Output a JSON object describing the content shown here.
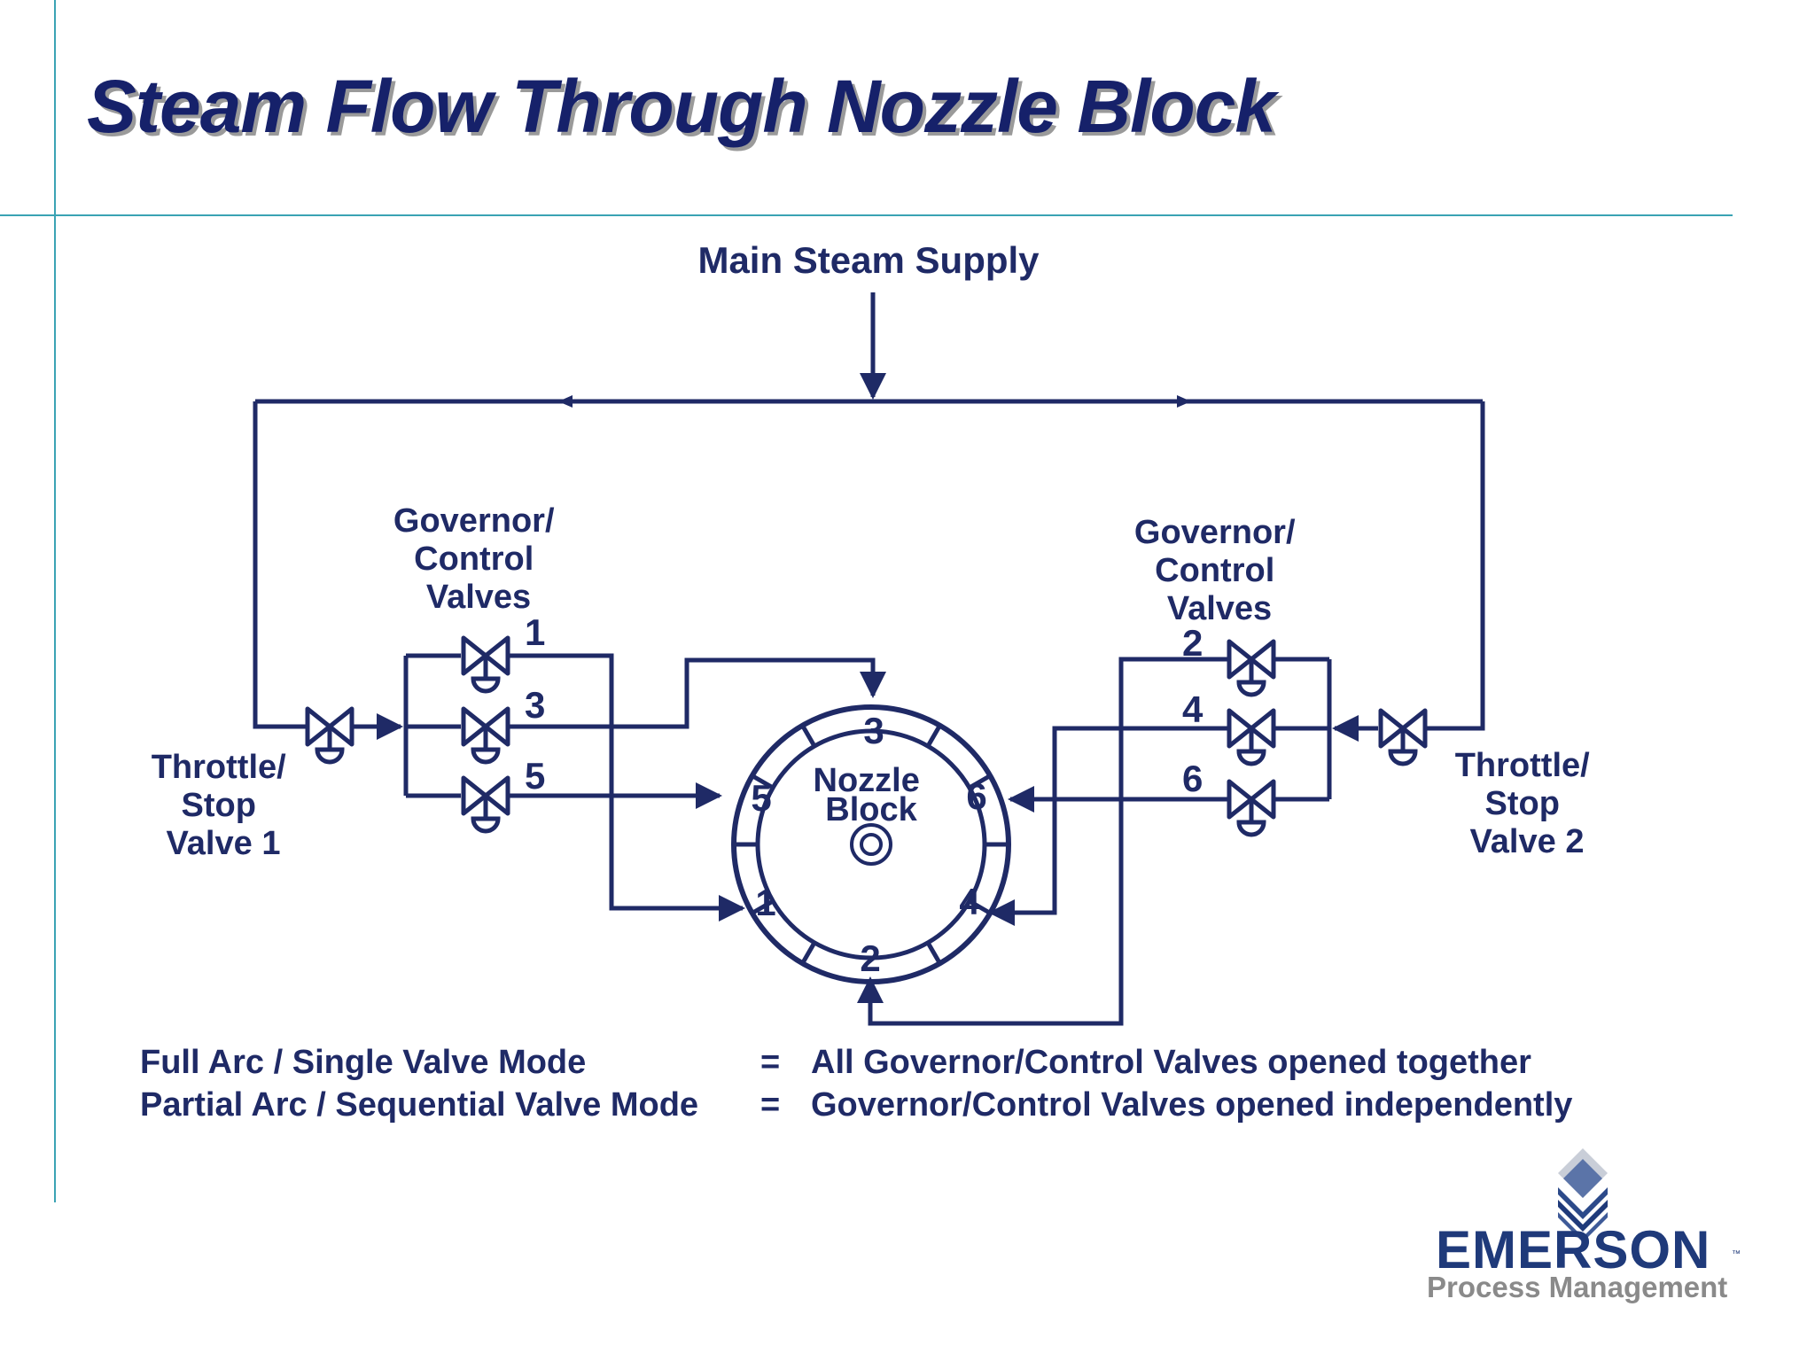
{
  "title": "Steam Flow Through Nozzle Block",
  "labels": {
    "main_supply": "Main Steam Supply",
    "gov_left": [
      "Governor/",
      "Control",
      "Valves"
    ],
    "gov_right": [
      "Governor/",
      "Control",
      "Valves"
    ],
    "throttle_left": [
      "Throttle/",
      "Stop",
      "Valve 1"
    ],
    "throttle_right": [
      "Throttle/",
      "Stop",
      "Valve 2"
    ],
    "nozzle_block": [
      "Nozzle",
      "Block"
    ]
  },
  "valve_numbers": {
    "left": [
      "1",
      "3",
      "5"
    ],
    "right": [
      "2",
      "4",
      "6"
    ]
  },
  "nozzle_numbers": {
    "top": "3",
    "left": "5",
    "right": "6",
    "lower_left": "1",
    "lower_right": "4",
    "bottom": "2"
  },
  "modes": [
    {
      "name": "Full Arc / Single Valve Mode",
      "eq": "=",
      "desc": "All Governor/Control Valves opened together"
    },
    {
      "name": "Partial Arc / Sequential Valve Mode",
      "eq": "=",
      "desc": "Governor/Control Valves opened independently"
    }
  ],
  "logo": {
    "name": "EMERSON",
    "tm": "™",
    "subtitle": "Process Management"
  },
  "colors": {
    "ink": "#1f2a66",
    "title": "#16216a",
    "rule": "#3aa3b4",
    "logo_blue": "#1f3a7a",
    "logo_gray": "#8a8a8a"
  }
}
